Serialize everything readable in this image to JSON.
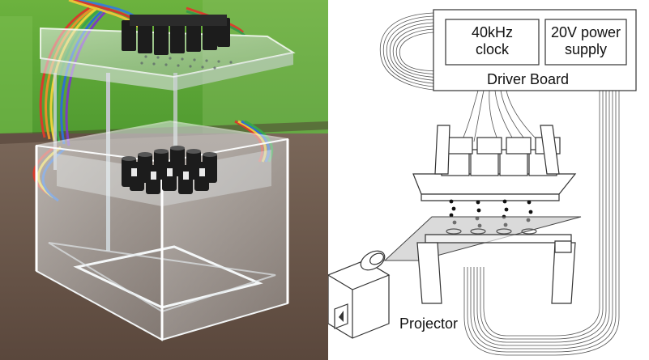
{
  "diagram": {
    "clock_label_line1": "40kHz",
    "clock_label_line2": "clock",
    "power_label_line1": "20V power",
    "power_label_line2": "supply",
    "driver_board_label": "Driver Board",
    "projector_label": "Projector"
  },
  "colors": {
    "photo_green_wall": "#5fa83a",
    "photo_table": "#6e5a4d",
    "acrylic": "#d8dde0",
    "transducer": "#1c1c1c",
    "line": "#333333"
  }
}
